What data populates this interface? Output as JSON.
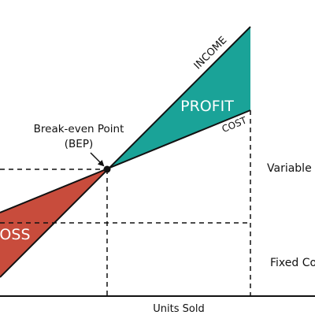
{
  "colors": {
    "profit": "#1aa398",
    "loss": "#c84c3c",
    "line": "#111111",
    "white": "#ffffff"
  },
  "labels": {
    "income": "INCOME",
    "cost": "COST",
    "profit": "PROFIT",
    "loss": "LOSS",
    "bep_title": "Break-even Point",
    "bep_abbr": "(BEP)",
    "variable": "Variable Costs",
    "fixed": "Fixed Costs",
    "x_axis": "Units Sold"
  }
}
